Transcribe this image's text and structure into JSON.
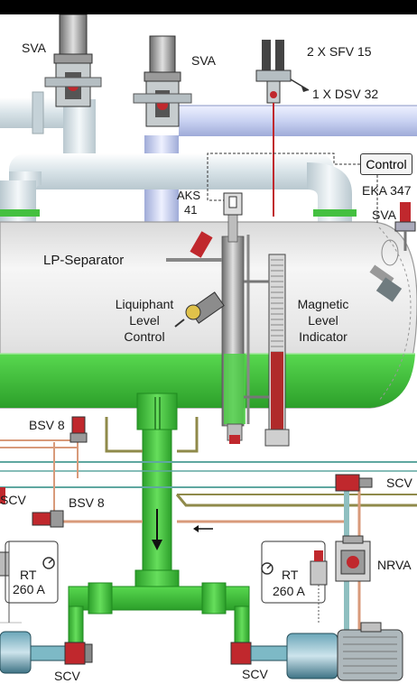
{
  "labels": {
    "sva_left": "SVA",
    "sva_mid": "SVA",
    "sfv": "2 X SFV 15",
    "dsv": "1 X DSV 32",
    "control": "Control",
    "eka": "EKA 347",
    "sva_right": "SVA",
    "aks_1": "AKS",
    "aks_2": "41",
    "separator": "LP-Separator",
    "liquiphant_1": "Liquiphant",
    "liquiphant_2": "Level",
    "liquiphant_3": "Control",
    "magnetic_1": "Magnetic",
    "magnetic_2": "Level",
    "magnetic_3": "Indicator",
    "bsv_top": "BSV 8",
    "bsv_mid": "BSV 8",
    "scv_right": "SCV",
    "scv_left": "SCV",
    "rt_left_1": "RT",
    "rt_left_2": "260 A",
    "rt_right_1": "RT",
    "rt_right_2": "260 A",
    "nrva": "NRVA",
    "scv_bottom_left": "SCV",
    "scv_bottom_right": "SCV"
  },
  "colors": {
    "liquid": "#3fc23a",
    "liquid_dark": "#1f8a1f",
    "vapor_pipe": "#dfe8ec",
    "suction_pipe": "#cdd6f4",
    "vessel": "#efefef",
    "valve_red": "#c0282d",
    "tan_line": "#d89a7a",
    "olive_line": "#8f8a4a",
    "teal_line": "#5fa7a0"
  }
}
